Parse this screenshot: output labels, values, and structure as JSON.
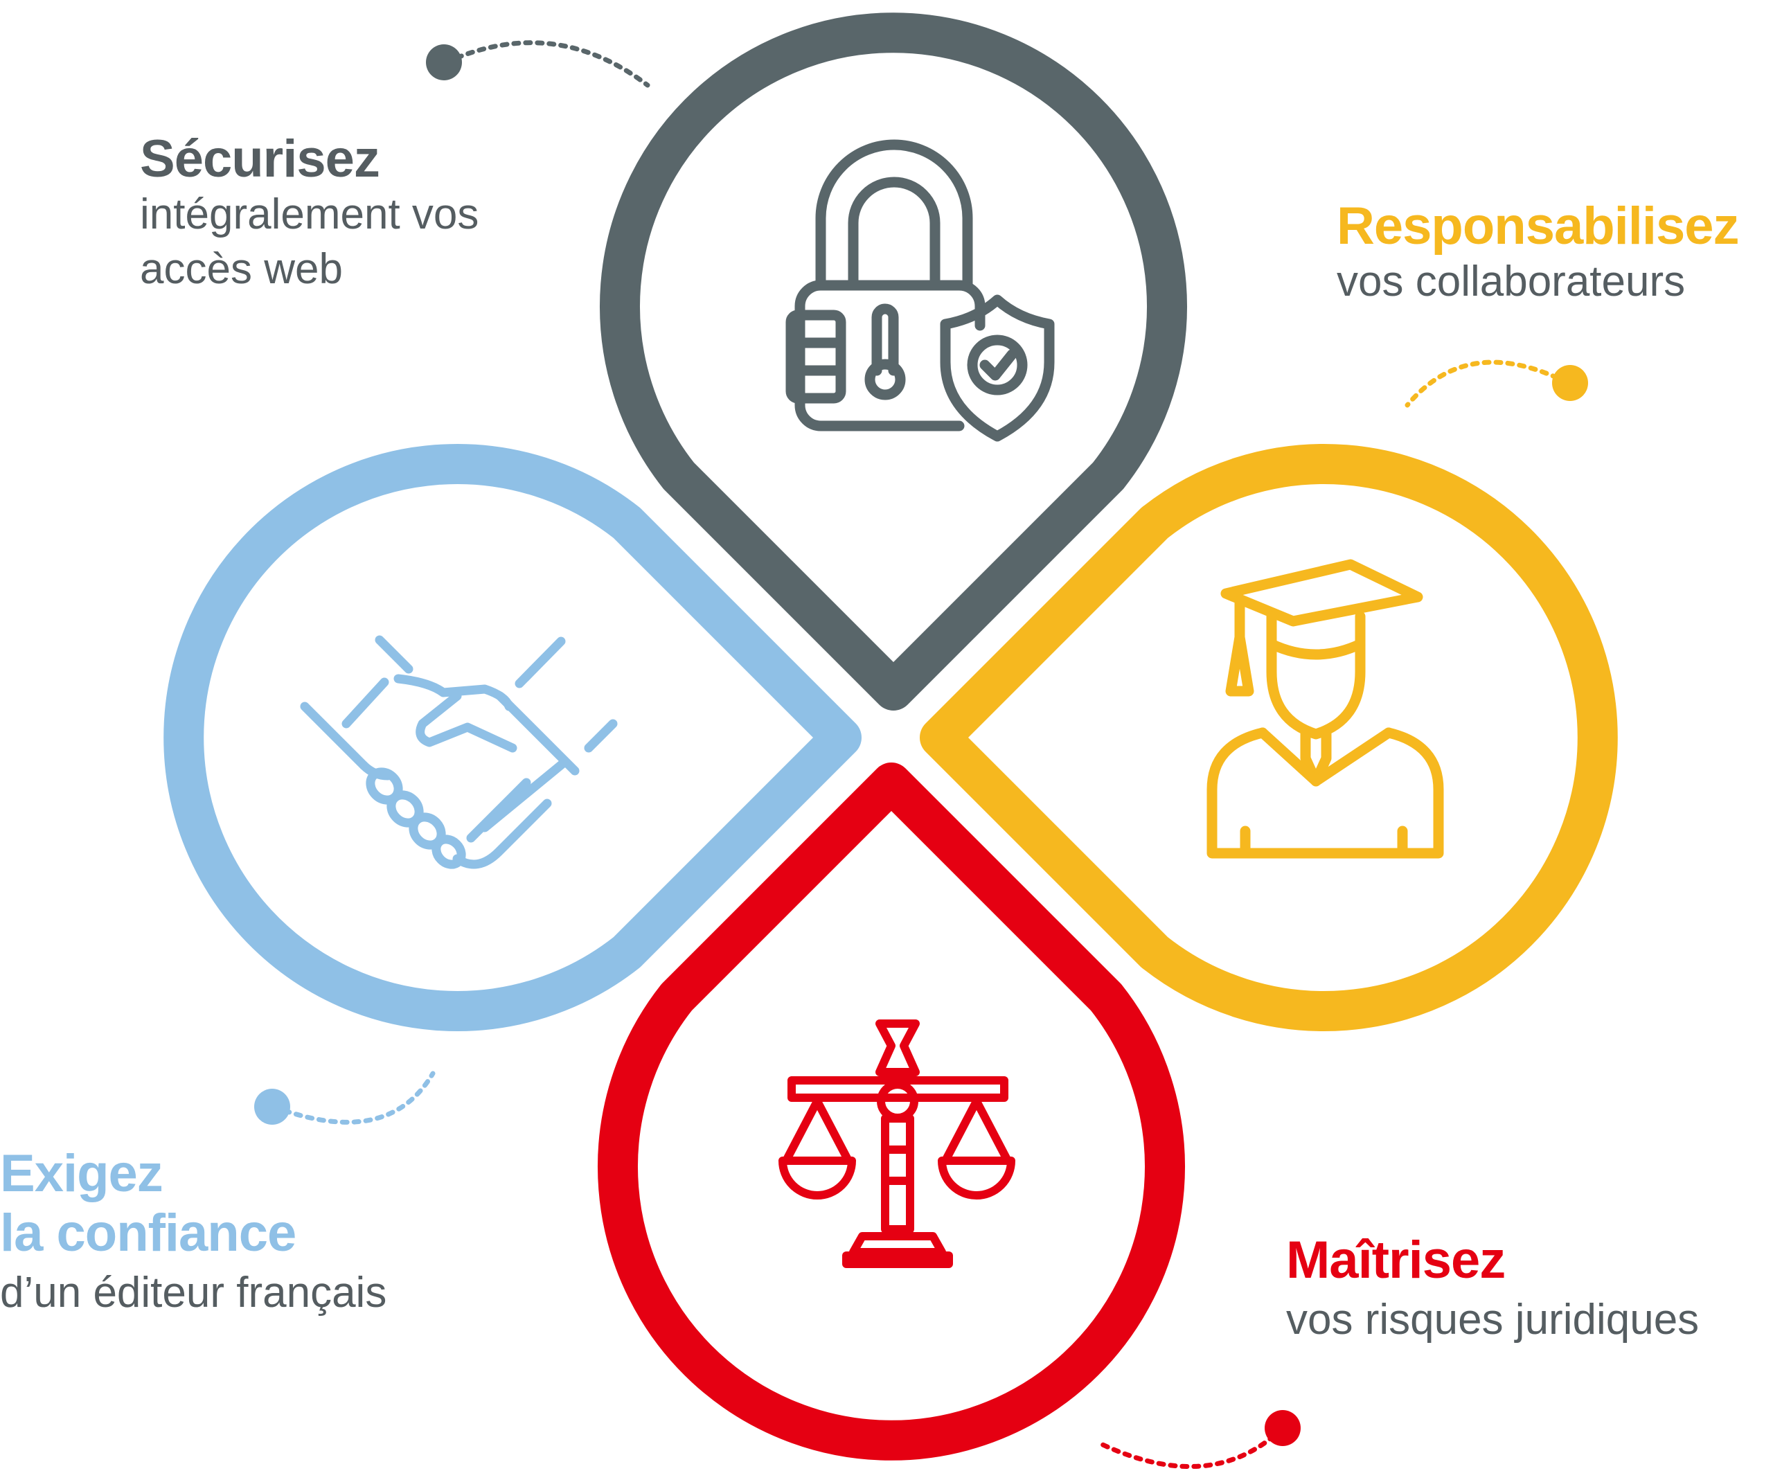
{
  "colors": {
    "grey": "#59666a",
    "yellow": "#f6b81f",
    "blue": "#8fc0e6",
    "red": "#e50012",
    "text": "#555d61"
  },
  "petals": [
    {
      "id": "top",
      "color": "#59666a",
      "icon": "padlock-shield-icon",
      "title": "Sécurisez",
      "lines": [
        "intégralement vos",
        "accès web"
      ]
    },
    {
      "id": "right",
      "color": "#f6b81f",
      "icon": "graduate-icon",
      "title": "Responsabilisez",
      "lines": [
        "vos collaborateurs"
      ]
    },
    {
      "id": "left",
      "color": "#8fc0e6",
      "icon": "handshake-icon",
      "title_lines": [
        "Exigez",
        "la confiance"
      ],
      "lines": [
        "d’un éditeur français"
      ]
    },
    {
      "id": "bottom",
      "color": "#e50012",
      "icon": "scales-of-justice-icon",
      "title": "Maîtrisez",
      "lines": [
        "vos risques juridiques"
      ]
    }
  ]
}
